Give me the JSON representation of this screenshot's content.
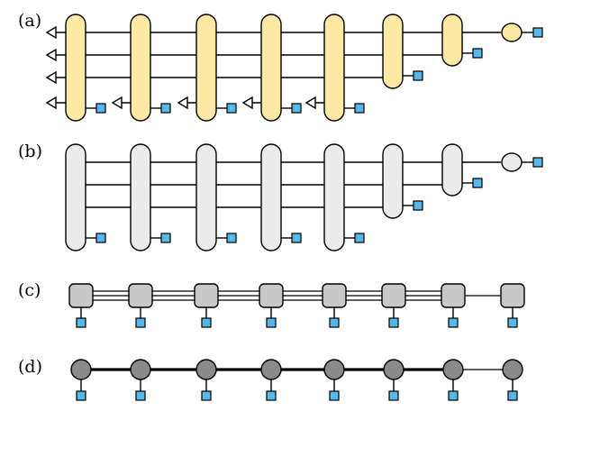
{
  "panels": [
    {
      "label": "(a)",
      "style": "gradient",
      "fill": "#fde9a3"
    },
    {
      "label": "(b)",
      "style": "stacked",
      "fill": "#ebebeb"
    },
    {
      "label": "(c)",
      "style": "chain",
      "fill": "#c8c8c8"
    },
    {
      "label": "(d)",
      "style": "mps",
      "fill": "#8a8a8a"
    }
  ],
  "site_count": 8,
  "colors": {
    "stroke": "#000000",
    "physical_leg": "#55b8ea",
    "panel_a_node": "#fde9a3",
    "panel_b_node": "#ebebeb",
    "panel_c_node": "#c8c8c8",
    "panel_d_node": "#8a8a8a"
  },
  "icons": {
    "physical_index": "blue-square-icon",
    "open_bond": "open-triangle-arrow-icon"
  }
}
